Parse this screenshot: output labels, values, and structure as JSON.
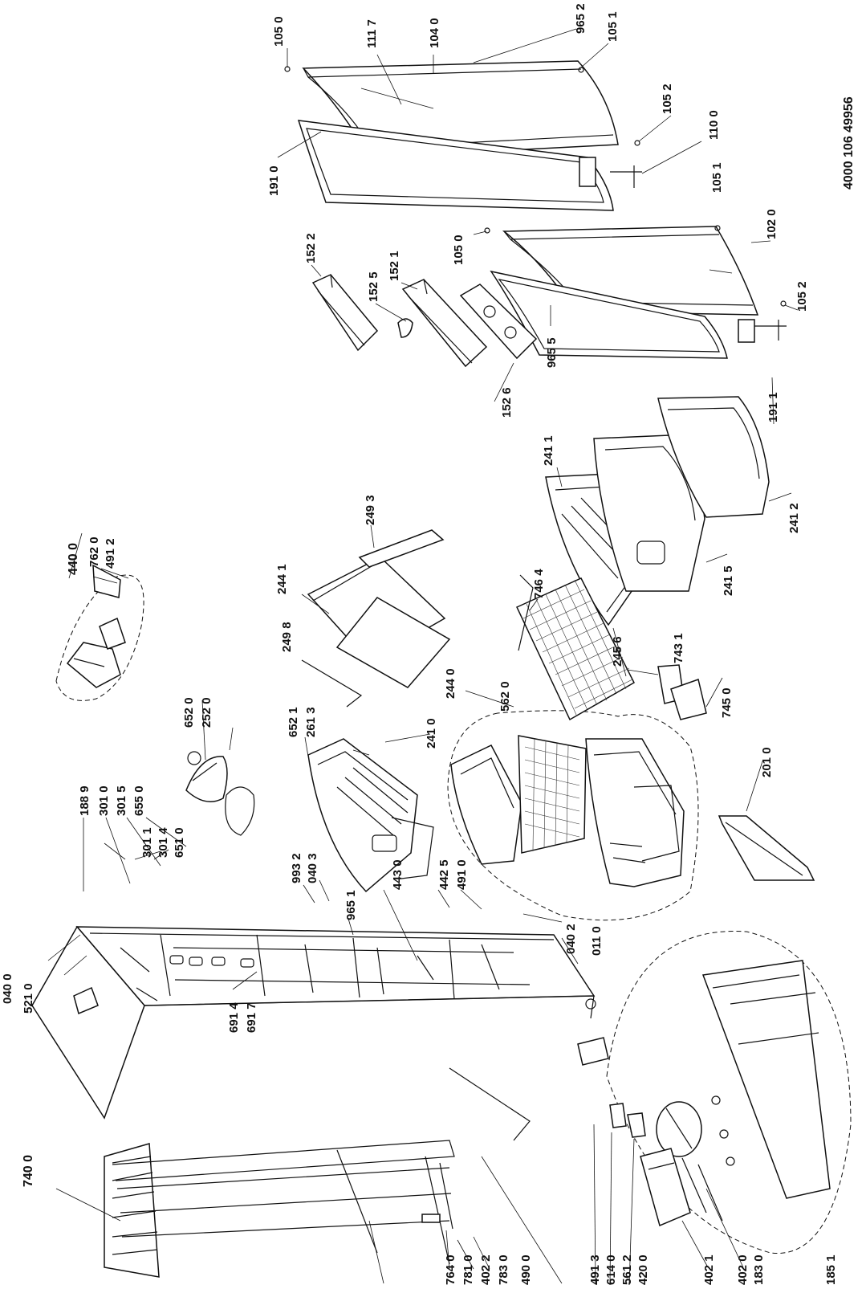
{
  "document_code": "4000 106 49956",
  "part_labels": [
    "105 0",
    "111 7",
    "104 0",
    "965 2",
    "105 1",
    "105 2",
    "110 0",
    "191 0",
    "105 1",
    "102 0",
    "152 2",
    "152 5",
    "152 1",
    "105 0",
    "105 2",
    "965 5",
    "152 6",
    "191 1",
    "241 1",
    "241 2",
    "241 5",
    "440 0",
    "762 0",
    "491 2",
    "249 3",
    "244 1",
    "249 8",
    "746 4",
    "743 1",
    "245 6",
    "745 0",
    "652 0",
    "252 0",
    "562 0",
    "652 1",
    "261 3",
    "241 0",
    "244 0",
    "201 0",
    "188 9",
    "301 0",
    "301 5",
    "655 0",
    "301 1",
    "301 4",
    "651 0",
    "993 2",
    "040 3",
    "965 1",
    "442 5",
    "491 0",
    "443 0",
    "040 2",
    "011 0",
    "040 0",
    "521 0",
    "691 4",
    "691 7",
    "740 0",
    "764 0",
    "781 0",
    "402 2",
    "783 0",
    "490 0",
    "491 3",
    "614 0",
    "561 2",
    "420 0",
    "402 1",
    "402 0",
    "183 0",
    "185 1"
  ]
}
